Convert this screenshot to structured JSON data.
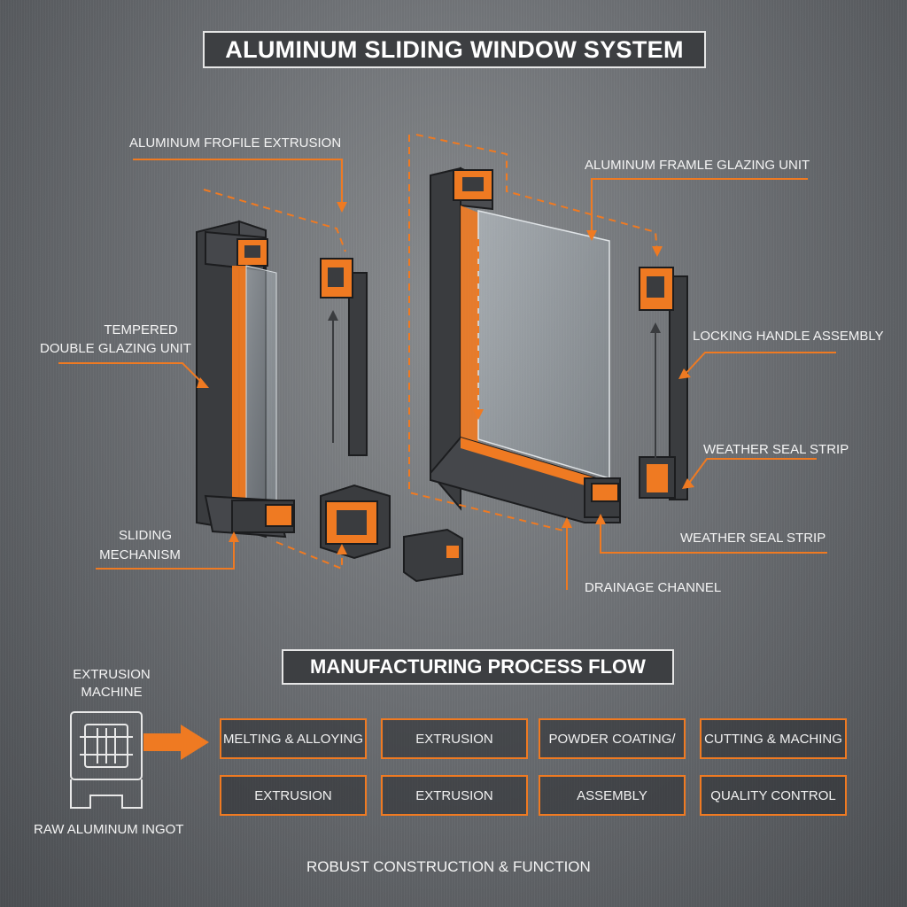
{
  "title": "ALUMINUM SLIDING WINDOW SYSTEM",
  "labels": {
    "profile_extrusion": "ALUMINUM FROFILE EXTRUSION",
    "frame_glazing": "ALUMINUM FRAMLE GLAZING UNIT",
    "tempered_1": "TEMPERED",
    "tempered_2": "DOUBLE GLAZING UNIT",
    "locking_handle": "LOCKING HANDLE ASSEMBLY",
    "weather_seal_1": "WEATHER SEAL STRIP",
    "weather_seal_2": "WEATHER SEAL STRIP",
    "sliding_1": "SLIDING",
    "sliding_2": "MECHANISM",
    "drainage": "DRAINAGE CHANNEL"
  },
  "process": {
    "title": "MANUFACTURING PROCESS FLOW",
    "machine_1": "EXTRUSION",
    "machine_2": "MACHINE",
    "ingot": "RAW ALUMINUM INGOT",
    "row1": [
      "MELTING & ALLOYING",
      "EXTRUSION",
      "POWDER COATING/",
      "CUTTING & MACHING"
    ],
    "row2": [
      "EXTRUSION",
      "EXTRUSION",
      "ASSEMBLY",
      "QUALITY CONTROL"
    ]
  },
  "footer": "ROBUST CONSTRUCTION & FUNCTION",
  "colors": {
    "accent": "#ef7a22",
    "profile": "#3b3d40",
    "glass": "#a8b2b9"
  },
  "icons": [
    "extrusion-machine-icon",
    "arrow-right-icon"
  ]
}
